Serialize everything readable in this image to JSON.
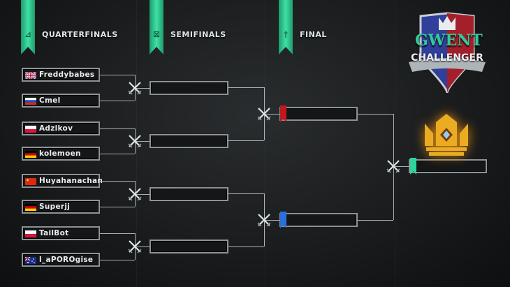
{
  "headers": [
    {
      "label": "QUARTERFINALS",
      "icon": "ballista-icon"
    },
    {
      "label": "SEMIFINALS",
      "icon": "catapult-icon"
    },
    {
      "label": "FINAL",
      "icon": "sword-icon"
    }
  ],
  "quarterfinals": [
    {
      "name": "Freddybabes",
      "flag": "uk"
    },
    {
      "name": "Cmel",
      "flag": "russia"
    },
    {
      "name": "Adzikov",
      "flag": "poland"
    },
    {
      "name": "kolemoen",
      "flag": "germany"
    },
    {
      "name": "Huyahanachan",
      "flag": "china"
    },
    {
      "name": "Superjj",
      "flag": "germany"
    },
    {
      "name": "TailBot",
      "flag": "poland"
    },
    {
      "name": "l_aPOROgise",
      "flag": "australia"
    }
  ],
  "semifinals": [
    "",
    "",
    "",
    ""
  ],
  "final": [
    {
      "name": "",
      "color": "#c0181c"
    },
    {
      "name": "",
      "color": "#2a6fe0"
    }
  ],
  "winner": {
    "name": "",
    "color": "#2fd49a"
  },
  "logo": {
    "line1": "GWENT",
    "line2": "CHALLENGER"
  },
  "colors": {
    "accent": "#2fd49a",
    "line": "#a9b0b4"
  }
}
